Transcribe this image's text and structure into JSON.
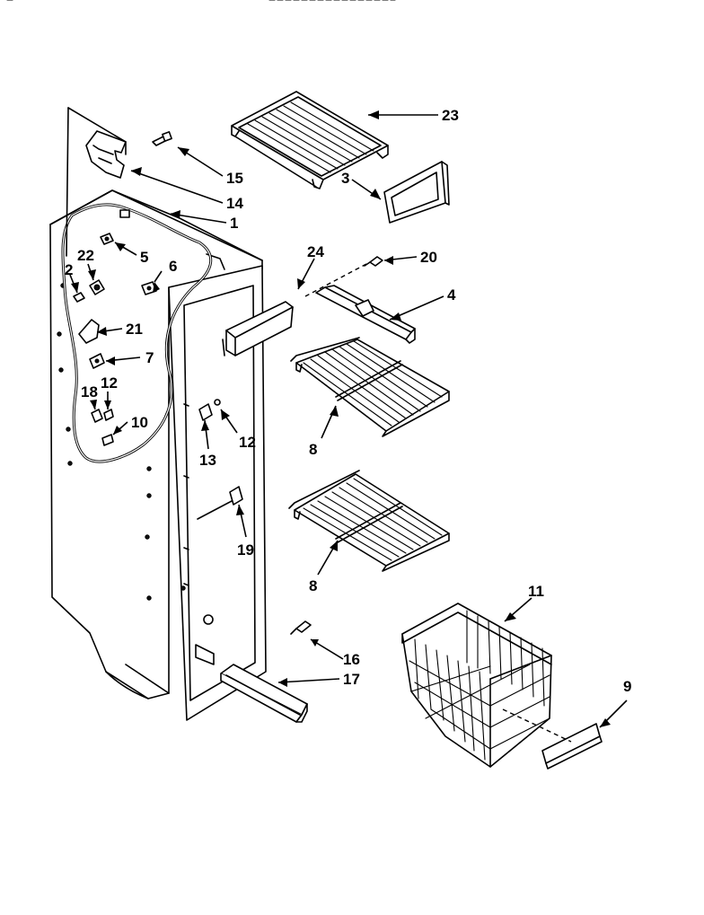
{
  "callouts": {
    "c23": "23",
    "c15": "15",
    "c14": "14",
    "c1": "1",
    "c3": "3",
    "c22": "22",
    "c5": "5",
    "c2": "2",
    "c6": "6",
    "c24": "24",
    "c20": "20",
    "c4": "4",
    "c21": "21",
    "c7": "7",
    "c18": "18",
    "c12a": "12",
    "c10": "10",
    "c12b": "12",
    "c13": "13",
    "c8a": "8",
    "c19": "19",
    "c8b": "8",
    "c11": "11",
    "c16": "16",
    "c17": "17",
    "c9": "9"
  }
}
